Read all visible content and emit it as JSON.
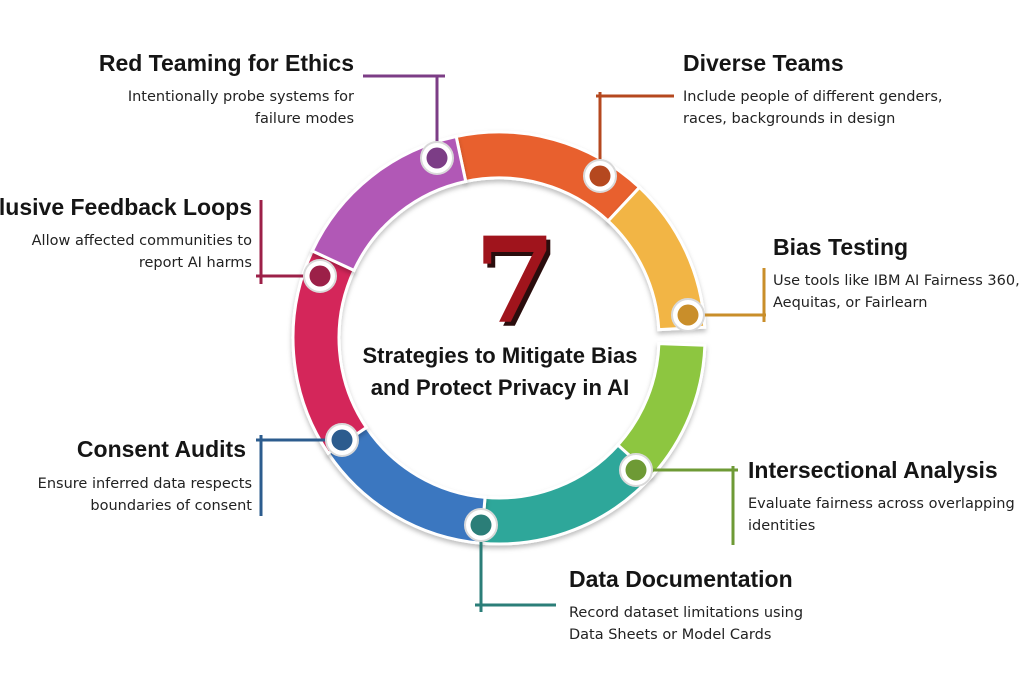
{
  "center": {
    "number": "7",
    "line1": "Strategies to Mitigate Bias",
    "line2": "and Protect Privacy in AI"
  },
  "colors": {
    "orange": "#e8612f",
    "yellow": "#f2b544",
    "green": "#8dc63f",
    "teal": "#2fa79a",
    "blue": "#3a77c0",
    "crimson": "#d4285a",
    "purple": "#b158b6"
  },
  "strategies": [
    {
      "title": "Diverse Teams",
      "desc": "Include people of different genders,\nraces, backgrounds in design",
      "color": "#b5481f"
    },
    {
      "title": "Bias Testing",
      "desc": "Use tools like IBM AI Fairness 360,\nAequitas, or Fairlearn",
      "color": "#c98e2a"
    },
    {
      "title": "Intersectional Analysis",
      "desc": "Evaluate fairness across overlapping\nidentities",
      "color": "#6e9a35"
    },
    {
      "title": "Data Documentation",
      "desc": "Record dataset limitations using\nData Sheets or Model Cards",
      "color": "#2b7e78"
    },
    {
      "title": "Consent Audits",
      "desc": "Ensure inferred data respects\nboundaries of consent",
      "color": "#2c5c8e"
    },
    {
      "title": "Inclusive Feedback Loops",
      "desc": "Allow affected communities to\nreport AI harms",
      "color": "#9c2048"
    },
    {
      "title": "Red Teaming for Ethics",
      "desc": "Intentionally probe systems for\nfailure modes",
      "color": "#7c3d86"
    }
  ]
}
